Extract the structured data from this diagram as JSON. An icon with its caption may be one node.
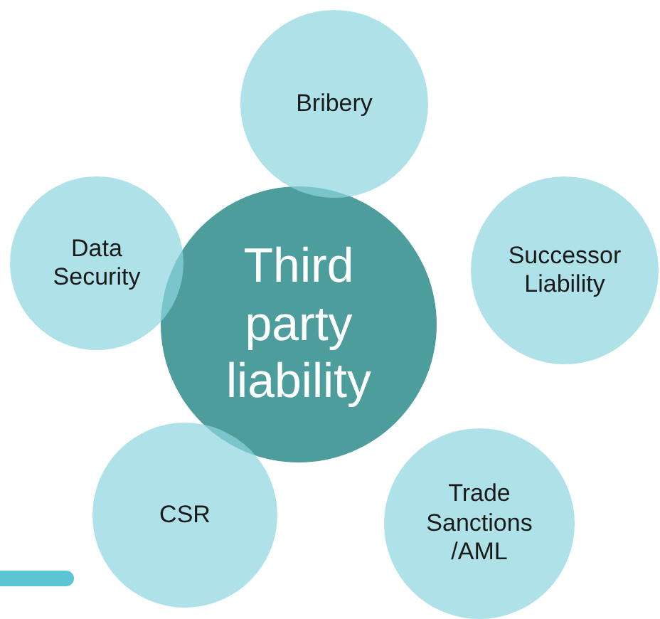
{
  "diagram": {
    "nodes": [
      {
        "text": [
          "Third party liability"
        ]
      },
      {
        "text": [
          "Bribery"
        ]
      },
      {
        "text": [
          "Data Security"
        ]
      },
      {
        "text": [
          "Successor Liability"
        ]
      },
      {
        "text": [
          "CSR"
        ]
      },
      {
        "text": [
          "Trade Sanctions /AML"
        ]
      }
    ]
  }
}
